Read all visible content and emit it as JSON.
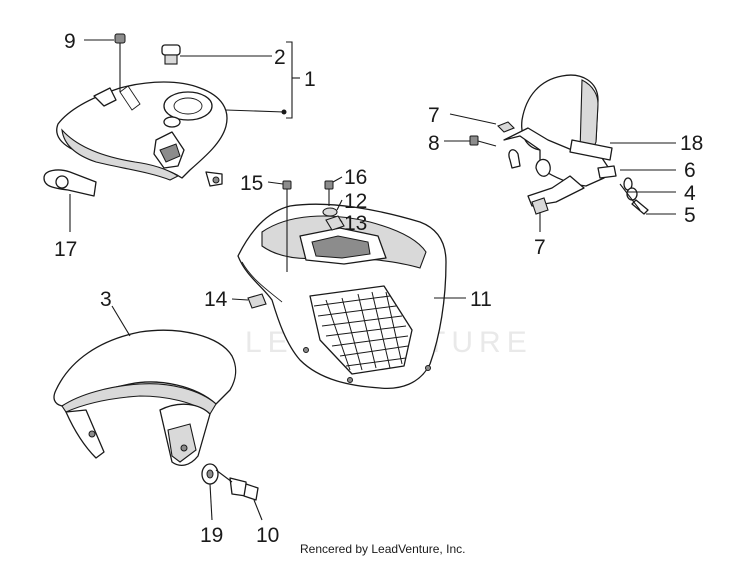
{
  "watermark": "LEADVENTURE",
  "footer": "Rencered by LeadVenture, Inc.",
  "callouts": [
    "9",
    "2",
    "1",
    "17",
    "7",
    "8",
    "18",
    "6",
    "4",
    "5",
    "7",
    "15",
    "16",
    "12",
    "13",
    "14",
    "11",
    "3",
    "19",
    "10"
  ]
}
